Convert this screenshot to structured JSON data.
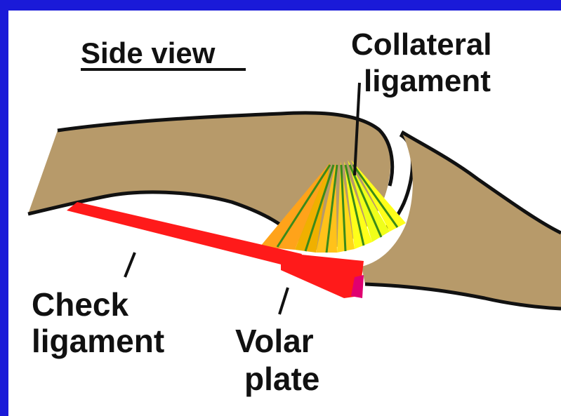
{
  "diagram": {
    "heading": "Side view",
    "labels": {
      "collateral_line1": "Collateral",
      "collateral_line2": "ligament",
      "check_line1": "Check",
      "check_line2": "ligament",
      "volar_line1": "Volar",
      "volar_line2": "plate"
    },
    "colors": {
      "border": "#1a1ad8",
      "bone": "#b79a6a",
      "check_ligament": "#ff1a1a",
      "volar_plate": "#ff1a1a",
      "collateral_orange": "#ffa31a",
      "collateral_yellow": "#ffff1a",
      "collateral_green": "#3a8a1a"
    }
  }
}
